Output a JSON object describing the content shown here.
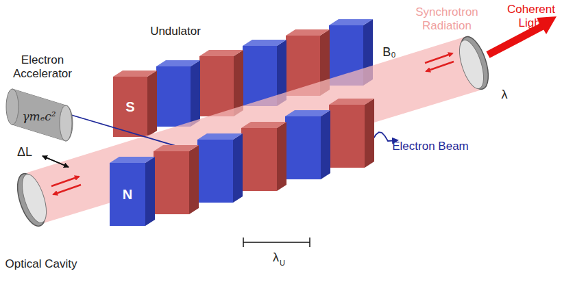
{
  "diagram": {
    "nodes": [
      {
        "text": [
          "γmₑc²"
        ]
      },
      {
        "text": [
          "S"
        ]
      },
      {
        "text": [
          "N"
        ]
      }
    ],
    "labels": [
      "Electron Accelerator",
      "Undulator",
      "Synchrotron Radiation",
      "Coherent Light",
      "B₀",
      "λ",
      "ΔL",
      "Electron Beam",
      "Optical Cavity",
      "λ",
      "U"
    ]
  }
}
